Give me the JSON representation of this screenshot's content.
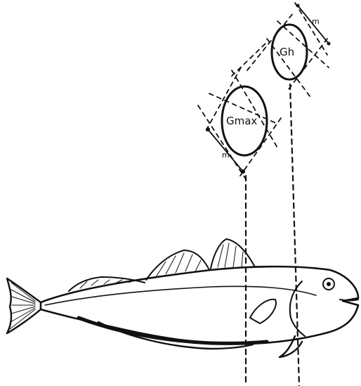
{
  "diagram": {
    "ellipse_labels": {
      "large": "Gmax",
      "small": "Gh"
    },
    "dimension_labels": {
      "upper": "m",
      "lower": "m"
    }
  }
}
